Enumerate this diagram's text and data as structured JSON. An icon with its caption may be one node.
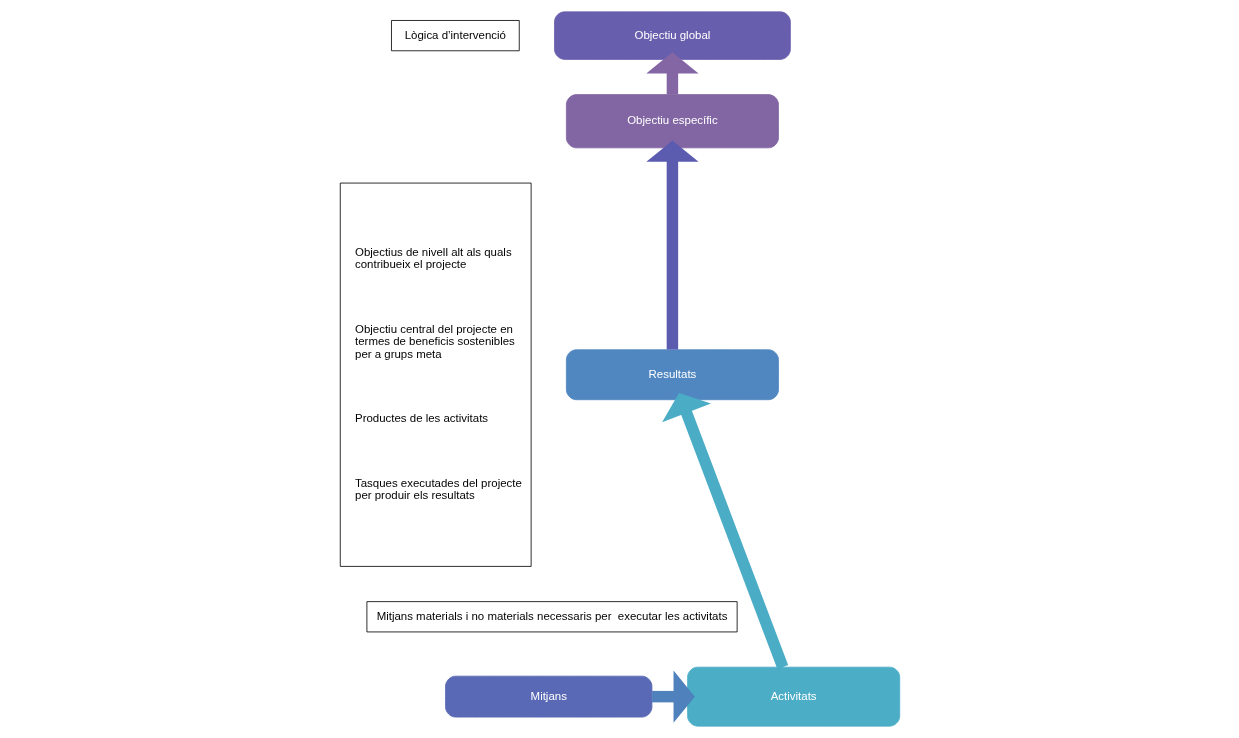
{
  "diagram": {
    "nodes": [
      {
        "text": [
          "Objectius de nivell alt als quals contribueix el projecte",
          "Objectiu central del projecte en termes de beneficis sostenibles per a grups meta",
          "Productes de les activitats",
          "Tasques executades del projecte per produir els resultats"
        ]
      },
      {
        "text": [
          "Lògica d’intervenció"
        ]
      },
      {
        "text": [
          "Objectiu global"
        ]
      },
      {
        "text": [
          "Objectiu específic"
        ]
      },
      {
        "text": [
          "Resultats"
        ]
      },
      {
        "text": [
          "Mitjans materials i no materials necessaris per  executar les activitats"
        ]
      },
      {
        "text": [
          "Activitats"
        ]
      },
      {
        "text": [
          "Mitjans"
        ]
      }
    ],
    "edges": [
      {
        "from": 3,
        "to": 2,
        "arrow": "to",
        "color": "#8466a5"
      },
      {
        "from": 4,
        "to": 3,
        "arrow": "to",
        "color": "#5b5bb0"
      },
      {
        "from": 6,
        "to": 4,
        "arrow": "to",
        "color": "#4bacc6"
      },
      {
        "from": 7,
        "to": 6,
        "arrow": "to",
        "color": "#4f81bd"
      }
    ]
  }
}
